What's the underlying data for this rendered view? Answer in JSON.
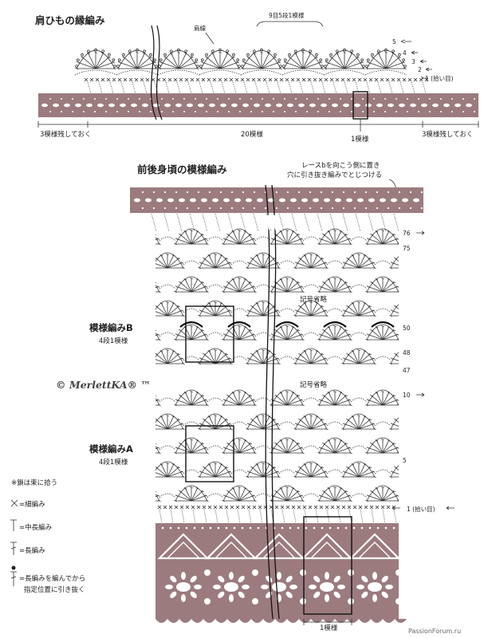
{
  "top_section": {
    "title": "肩ひもの縁編み",
    "shoulder_line": "肩線",
    "repeat_label": "9目5段1模様",
    "rows": [
      "5",
      "4",
      "3",
      "2",
      "1 (拾い目)"
    ],
    "left_note": "3模様残しておく",
    "center_count": "20模様",
    "one_pattern": "1模様",
    "right_note": "3模様残しておく"
  },
  "main_section": {
    "title": "前後身頃の模様編み",
    "lace_note_line1": "レースbを向こう側に置き",
    "lace_note_line2": "穴に引き抜き編みでとじつける",
    "row_76": "76",
    "row_75": "75",
    "omit_1": "記号省略",
    "pattern_b_name": "模様編みB",
    "pattern_b_repeat": "4段1模様",
    "row_50": "50",
    "row_48": "48",
    "row_47": "47",
    "omit_2": "記号省略",
    "row_10": "10",
    "pattern_a_name": "模様編みA",
    "pattern_a_repeat": "4段1模様",
    "row_5": "5",
    "row_1": "1 (拾い目)",
    "bottom_one_pattern": "1模様"
  },
  "legend": {
    "note": "※鎖は束に拾う",
    "single": "=細編み",
    "half_double": "=中長編み",
    "double": "=長編み",
    "special_line1": "=長編みを編んでから",
    "special_line2": "指定位置に引き抜く"
  },
  "watermark": "© MerlettKA® ™",
  "footer": "PassionForum.ru",
  "colors": {
    "lace": "#9b7b7e",
    "ink": "#333333"
  }
}
